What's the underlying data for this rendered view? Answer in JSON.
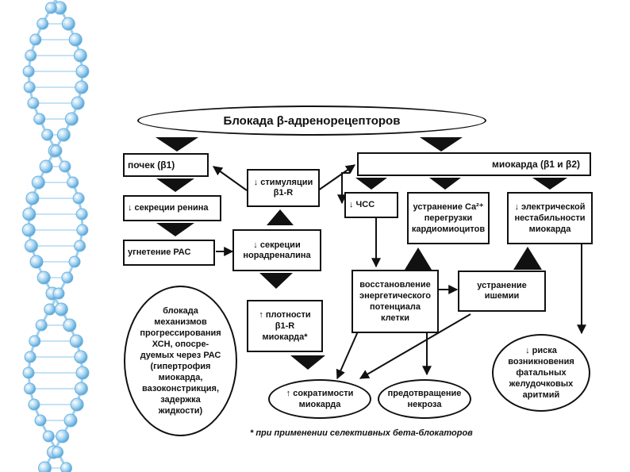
{
  "title": "Блокада β-адренорецепторов",
  "boxes": {
    "kidneys": "почек (β1)",
    "stimulation": "↓ стимуляции β1-R",
    "myocardium": "миокарда (β1 и β2)",
    "renin": "↓ секреции ренина",
    "heart_rate": "↓ ЧСС",
    "ca_overload": "устранение Ca²⁺ перегрузки кардиомиоцитов",
    "electrical": "↓ электрической нестабильности миокарда",
    "ras": "угнетение РАС",
    "noradrenaline": "↓ секреции норадреналина",
    "energy": "восстановление энергетического потенциала клетки",
    "ischemia": "устранение ишемии",
    "density": "↑ плотности β1-R миокарда*",
    "blockade_mechanisms": "блокада механизмов прогрессирования ХСН, опосре-дуемых через РАС (гипертрофия миокарда, вазоконстрикция, задержка жидкости)",
    "arrhythmia_risk": "↓ риска возникновения фатальных желудочковых аритмий",
    "contractility": "↑ сократимости миокарда",
    "necrosis": "предотвращение некроза"
  },
  "footnote": "* при применении селективных бета-блокаторов"
}
